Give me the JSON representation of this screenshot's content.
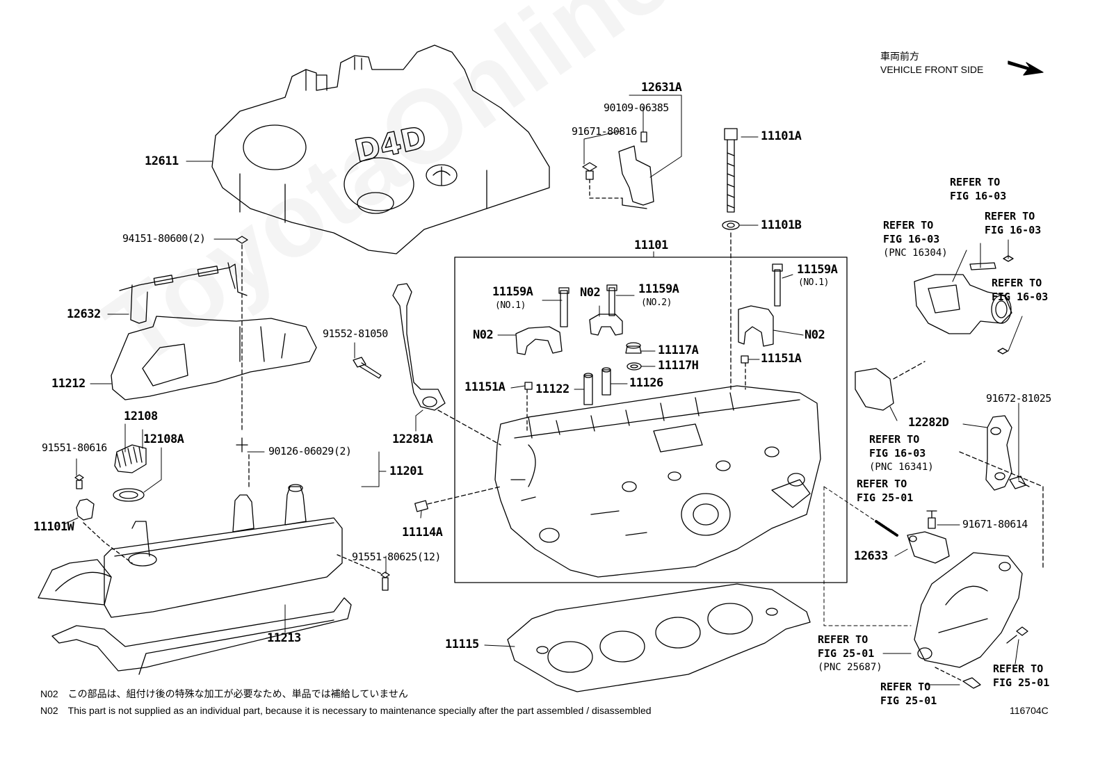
{
  "front_direction": {
    "jp": "車両前方",
    "en": "VEHICLE FRONT SIDE",
    "arrow_icon": "arrow-down-right-icon"
  },
  "parts": {
    "p12611": "12611",
    "p12631A": "12631A",
    "p90109_06385": "90109-06385",
    "p91671_80816": "91671-80816",
    "p11101A": "11101A",
    "p11101B": "11101B",
    "p94151_80600": "94151-80600(2)",
    "p12632": "12632",
    "p11101": "11101",
    "p11212": "11212",
    "p91552_81050": "91552-81050",
    "p11159A_l": "11159A",
    "p11159A_l_sub": "(NO.1)",
    "pN02_top": "N02",
    "p11159A_m": "11159A",
    "p11159A_m_sub": "(NO.2)",
    "p11159A_r": "11159A",
    "p11159A_r_sub": "(NO.1)",
    "pN02_left": "N02",
    "pN02_right": "N02",
    "p11117A": "11117A",
    "p11117H": "11117H",
    "p11151A_r": "11151A",
    "p11151A_l": "11151A",
    "p11122": "11122",
    "p11126": "11126",
    "p12108": "12108",
    "p12108A": "12108A",
    "p91551_80616": "91551-80616",
    "p90126_06029": "90126-06029(2)",
    "p11201": "11201",
    "p12281A": "12281A",
    "p11101W": "11101W",
    "p11114A": "11114A",
    "p91551_80625": "91551-80625(12)",
    "p11213": "11213",
    "p11115": "11115",
    "p91672_81025": "91672-81025",
    "p12282D": "12282D",
    "p91671_80614": "91671-80614",
    "p12633": "12633"
  },
  "refs": [
    {
      "line1": "REFER TO",
      "line2": "FIG 16-03",
      "pnc": ""
    },
    {
      "line1": "REFER TO",
      "line2": "FIG 16-03",
      "pnc": "(PNC 16304)"
    },
    {
      "line1": "REFER TO",
      "line2": "FIG 16-03",
      "pnc": ""
    },
    {
      "line1": "REFER TO",
      "line2": "FIG 16-03",
      "pnc": ""
    },
    {
      "line1": "REFER TO",
      "line2": "FIG 16-03",
      "pnc": "(PNC 16341)"
    },
    {
      "line1": "REFER TO",
      "line2": "FIG 25-01",
      "pnc": ""
    },
    {
      "line1": "REFER TO",
      "line2": "FIG 25-01",
      "pnc": "(PNC 25687)"
    },
    {
      "line1": "REFER TO",
      "line2": "FIG 25-01",
      "pnc": ""
    },
    {
      "line1": "REFER TO",
      "line2": "FIG 25-01",
      "pnc": ""
    }
  ],
  "notes": {
    "jp": "N02　この部品は、組付け後の特殊な加工が必要なため、単品では補給していません",
    "en": "N02　This part is not supplied as an individual part, because it is necessary to maintenance specially after the part assembled / disassembled"
  },
  "figure_code": "116704C",
  "watermark": "ToyotaOnline.ru",
  "colors": {
    "line": "#000000",
    "paper": "#ffffff",
    "watermark": "#e8e8e8"
  }
}
